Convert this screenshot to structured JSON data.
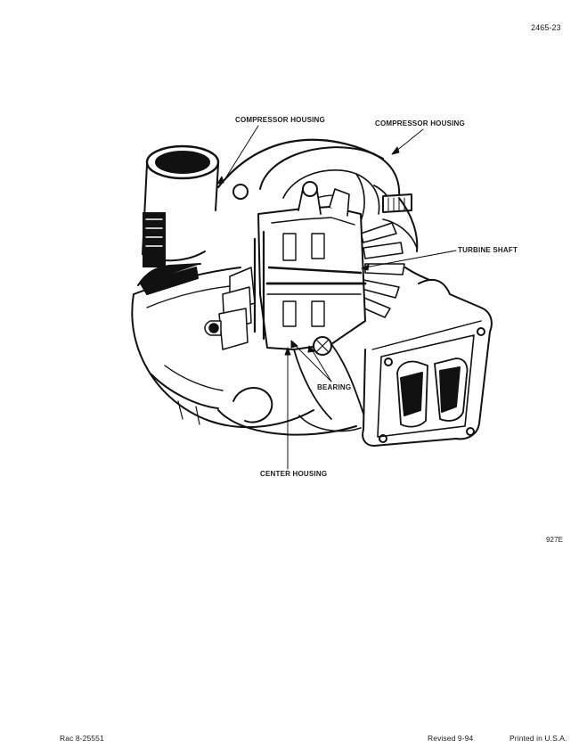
{
  "page": {
    "doc_number": "2465-23",
    "figure_code": "927E",
    "footer_left": "Rac 8-25551",
    "footer_center": "Revised 9-94",
    "footer_right": "Printed in U.S.A."
  },
  "diagram": {
    "labels": {
      "compressor_housing_left": "COMPRESSOR HOUSING",
      "compressor_housing_right": "COMPRESSOR HOUSING",
      "turbine_shaft": "TURBINE SHAFT",
      "bearing": "BEARING",
      "center_housing": "CENTER HOUSING"
    }
  }
}
